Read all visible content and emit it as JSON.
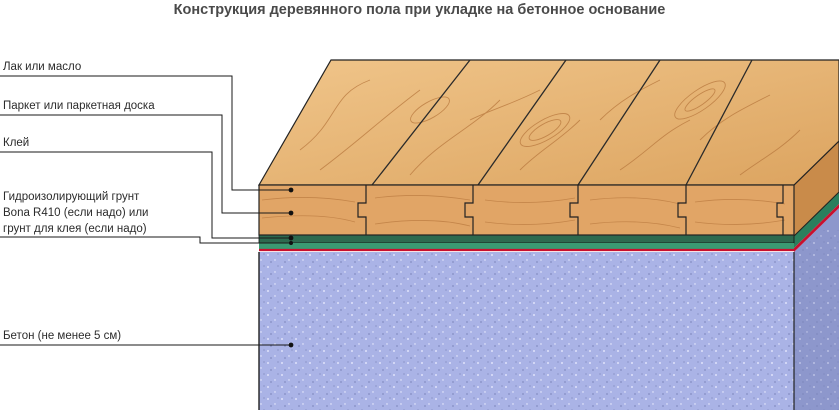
{
  "title": "Конструкция деревянного пола при укладке на бетонное основание",
  "labels": {
    "lacquer": "Лак или масло",
    "parquet": "Паркет или паркетная доска",
    "glue": "Клей",
    "primer_line1": "Гидроизолирующий грунт",
    "primer_line2": "Bona R410 (если надо) или",
    "primer_line3": "грунт для клея (если надо)",
    "concrete": "Бетон (не менее 5 см)"
  },
  "colors": {
    "wood_top": "#e9b774",
    "wood_front": "#e1a566",
    "wood_grain": "#b8783e",
    "glue_layer": "#2d6a4f",
    "primer_layer": "#2a7f5d",
    "red_line": "#c8102e",
    "concrete_front": "#aab3e6",
    "concrete_side": "#8d97cc",
    "leader_lines": "#1a1a1a"
  }
}
